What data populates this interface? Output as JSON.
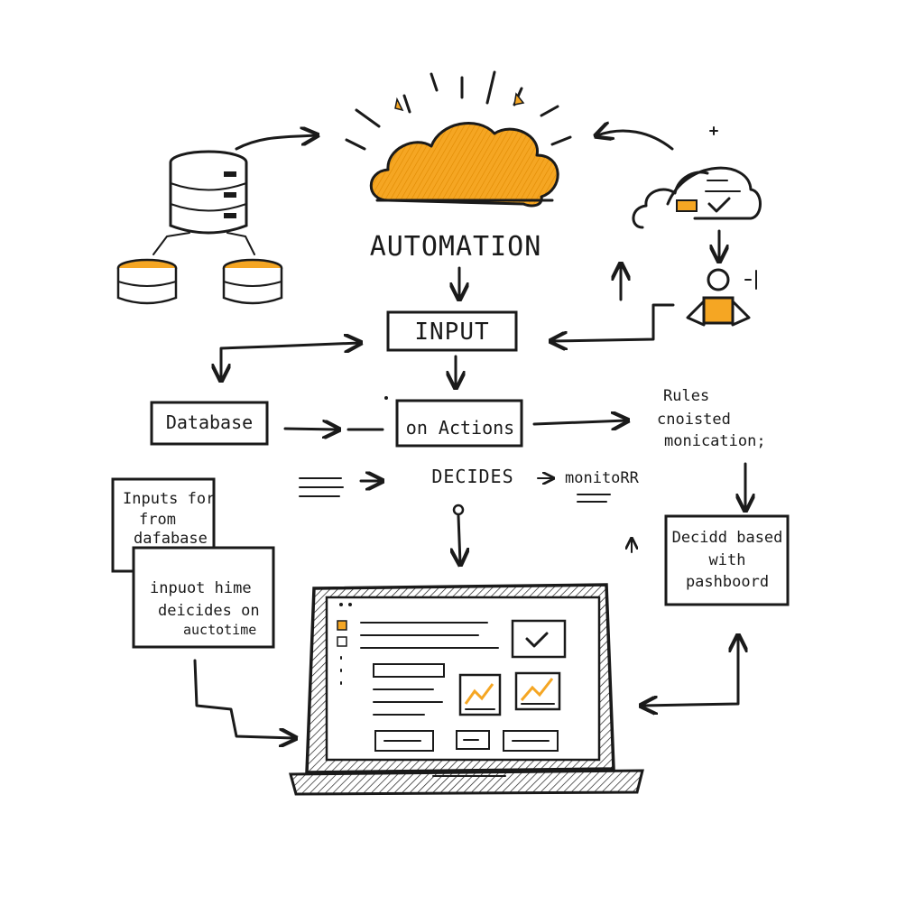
{
  "accent": "#f5a623",
  "ink": "#1a1a1a",
  "labels": {
    "automation": "AUTOMATION",
    "input": "INPUT",
    "database": "Database",
    "on_actions": "on Actions",
    "rules_line1": "Rules",
    "rules_line2": "cnoisted",
    "rules_line3": "monication;",
    "decides": "DECIDES",
    "monitor": "monitoRR",
    "inputs_for_line1": "Inputs for",
    "inputs_for_line2": "from",
    "inputs_for_line3": "dafabase",
    "input_time_line1": "inpuot hime",
    "input_time_line2": "deicides on",
    "input_time_line3": "auctotime",
    "decided_line1": "Decidd based",
    "decided_line2": "with",
    "decided_line3": "pashboord"
  },
  "icons": [
    "cloud-icon",
    "database-icon",
    "cloud-checklist-icon",
    "person-icon",
    "laptop-dashboard-icon"
  ]
}
